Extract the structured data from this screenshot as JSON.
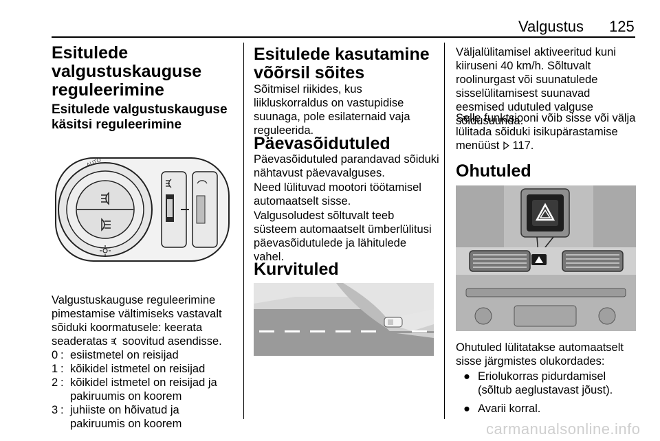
{
  "header": {
    "section": "Valgustus",
    "page": "125"
  },
  "col1": {
    "title": "Esitulede valgustuskauguse reguleerimine",
    "subtitle": "Esitulede valgustuskauguse käsitsi reguleerimine",
    "image_labels": {
      "auto": "AUTO"
    },
    "body": "Valgustuskauguse reguleerimine pimestamise vältimiseks vastavalt sõiduki koormatusele: keerata seaderatas",
    "body_end": "soovitud asendisse.",
    "list": [
      {
        "num": "0",
        "text": "esiistmetel on reisijad"
      },
      {
        "num": "1",
        "text": "kõikidel istmetel on reisijad"
      },
      {
        "num": "2",
        "text": "kõikidel istmetel on reisijad ja pakiruumis on koorem"
      },
      {
        "num": "3",
        "text": "juhiiste on hõivatud ja pakiruumis on koorem"
      }
    ]
  },
  "col2": {
    "title": "Esitulede kasutamine võõrsil sõites",
    "p1": "Sõitmisel riikides, kus liikluskorraldus on vastupidise suunaga, pole esilaternaid vaja reguleerida.",
    "h2": "Päevasõidutuled",
    "p2": "Päevasõidutuled parandavad sõiduki nähtavust päevavalguses.",
    "p3": "Need lülituvad mootori töötamisel automaatselt sisse.",
    "p4": "Valgusoludest sõltuvalt teeb süsteem automaatselt ümberlülitusi päevasõidutulede ja lähitulede vahel.",
    "h3": "Kurvituled"
  },
  "col3": {
    "p1": "Väljalülitamisel aktiveeritud kuni kiiruseni 40 km/h. Sõltuvalt roolinurgast või suunatulede sisselülitamisest suunavad eesmised udutuled valguse sõidusuunda.",
    "p2_start": "Selle funktsiooni võib sisse või välja lülitada sõiduki isikupärastamise menüüst",
    "p2_ref": "117.",
    "title": "Ohutuled",
    "p3": "Ohutuled lülitatakse automaatselt sisse järgmistes olukordades:",
    "bullets": [
      "Eriolukorras pidurdamisel (sõltub aeglustavast jõust).",
      "Avarii korral."
    ]
  },
  "watermark": "carmanualsonline.info"
}
